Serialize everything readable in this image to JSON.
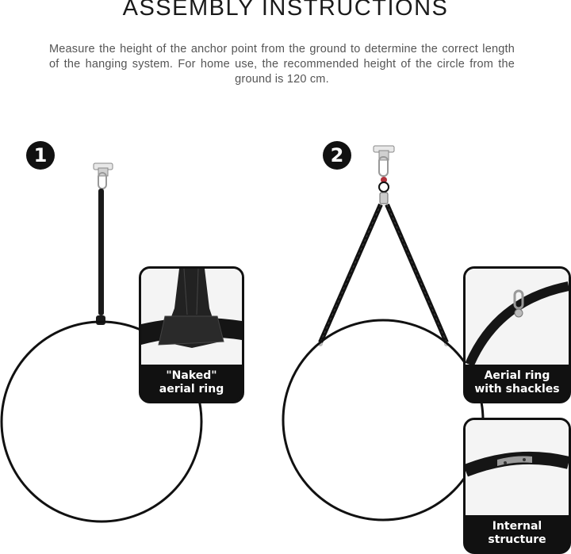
{
  "title": "ASSEMBLY INSTRUCTIONS",
  "intro": "Measure the height of the anchor point from the ground to determine the correct length of the hanging system. For home use, the recommended height of the circle from the ground is 120 cm.",
  "steps": [
    {
      "number": "1",
      "callouts": [
        {
          "line1": "\"Naked\"",
          "line2": "aerial ring"
        }
      ]
    },
    {
      "number": "2",
      "callouts": [
        {
          "line1": "Aerial ring",
          "line2": "with shackles"
        },
        {
          "line1": "Internal",
          "line2": "structure"
        }
      ]
    }
  ],
  "colors": {
    "ink": "#111111",
    "background": "#ffffff",
    "accent": "#b0303a"
  }
}
